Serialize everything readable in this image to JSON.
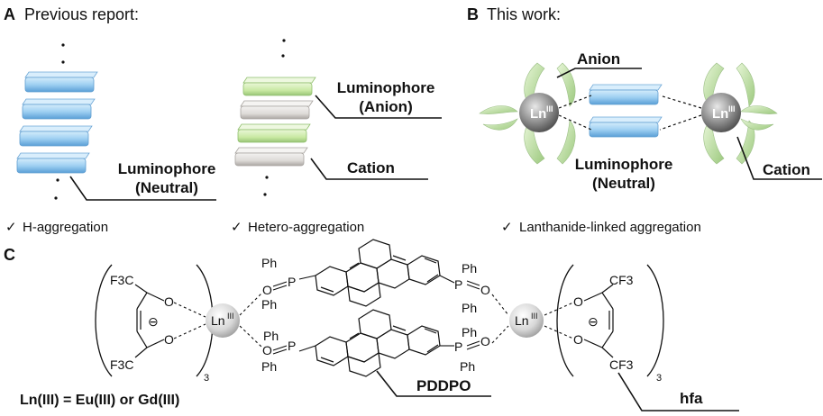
{
  "panel_a": {
    "letter": "A",
    "title": "Previous report:",
    "left_label_line1": "Luminophore",
    "left_label_line2": "(Neutral)",
    "right_label_anion_line1": "Luminophore",
    "right_label_anion_line2": "(Anion)",
    "right_label_cation": "Cation",
    "caption_left": "H-aggregation",
    "caption_right": "Hetero-aggregation"
  },
  "panel_b": {
    "letter": "B",
    "title": "This work:",
    "anion_label": "Anion",
    "lanthanide_left": "Ln",
    "lanthanide_left_sup": "III",
    "lanthanide_right": "Ln",
    "lanthanide_right_sup": "III",
    "luminophore_line1": "Luminophore",
    "luminophore_line2": "(Neutral)",
    "cation_label": "Cation",
    "caption": "Lanthanide-linked aggregation"
  },
  "panel_c": {
    "letter": "C",
    "ln_center": "Ln",
    "ln_center_sup": "III",
    "ph": "Ph",
    "oxygen": "O",
    "phosphorus": "P",
    "cf3_left_top": "F3C",
    "cf3_left_bottom": "F3C",
    "cf3_right_top": "CF3",
    "cf3_right_bottom": "CF3",
    "minus": "⊖",
    "count": "3",
    "ln_definition": "Ln(III) = Eu(III) or Gd(III)",
    "ligand_name": "PDDPO",
    "anion_name": "hfa"
  },
  "check_mark": "✓",
  "colors": {
    "blue": "#a8d4f0",
    "blue_dark": "#5b9fd4",
    "green": "#cdeaa8",
    "gray": "#e0dedc",
    "sphere": "#8a8a8a"
  }
}
